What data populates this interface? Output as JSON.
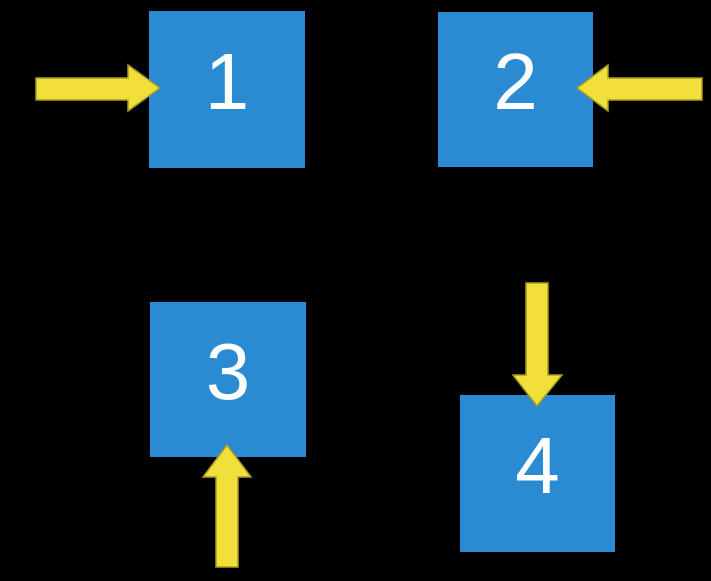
{
  "diagram": {
    "title": "numbered-boxes-with-arrows",
    "squares": [
      {
        "label": "1",
        "arrow_direction": "right",
        "arrow_side": "left"
      },
      {
        "label": "2",
        "arrow_direction": "left",
        "arrow_side": "right"
      },
      {
        "label": "3",
        "arrow_direction": "up",
        "arrow_side": "bottom"
      },
      {
        "label": "4",
        "arrow_direction": "down",
        "arrow_side": "top"
      }
    ]
  },
  "colors": {
    "background": "#000000",
    "square_blue": "#2A8BD2",
    "arrow_yellow": "#F2E03A",
    "arrow_outline": "#A79A20",
    "label_white": "#FFFFFF"
  }
}
